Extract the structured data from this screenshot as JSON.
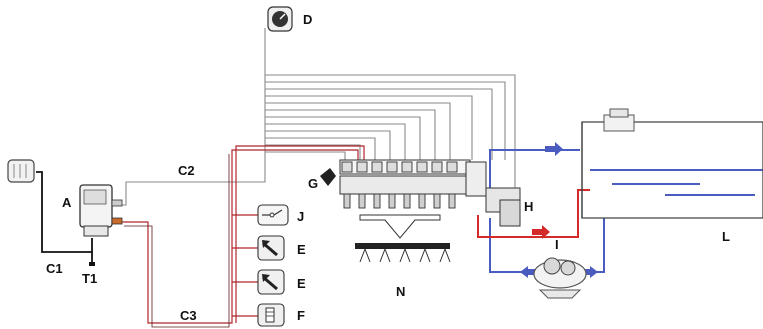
{
  "labels": {
    "A": "A",
    "C1": "C1",
    "T1": "T1",
    "C2": "C2",
    "C3": "C3",
    "D": "D",
    "G": "G",
    "H": "H",
    "I": "I",
    "J": "J",
    "E1": "E",
    "E2": "E",
    "F": "F",
    "N": "N",
    "L": "L"
  },
  "colors": {
    "gray_cable": "#8a8a8a",
    "red_cable": "#b0262c",
    "dark_cable": "#5a1a1a",
    "blue_pipe": "#4a5cc0",
    "red_pipe": "#d42a2a"
  },
  "icons": {
    "D": "pressure-gauge-icon",
    "J": "switch-icon",
    "E": "arrow-sensor-icon",
    "F": "level-sensor-icon",
    "N": "spray-boom-icon"
  }
}
